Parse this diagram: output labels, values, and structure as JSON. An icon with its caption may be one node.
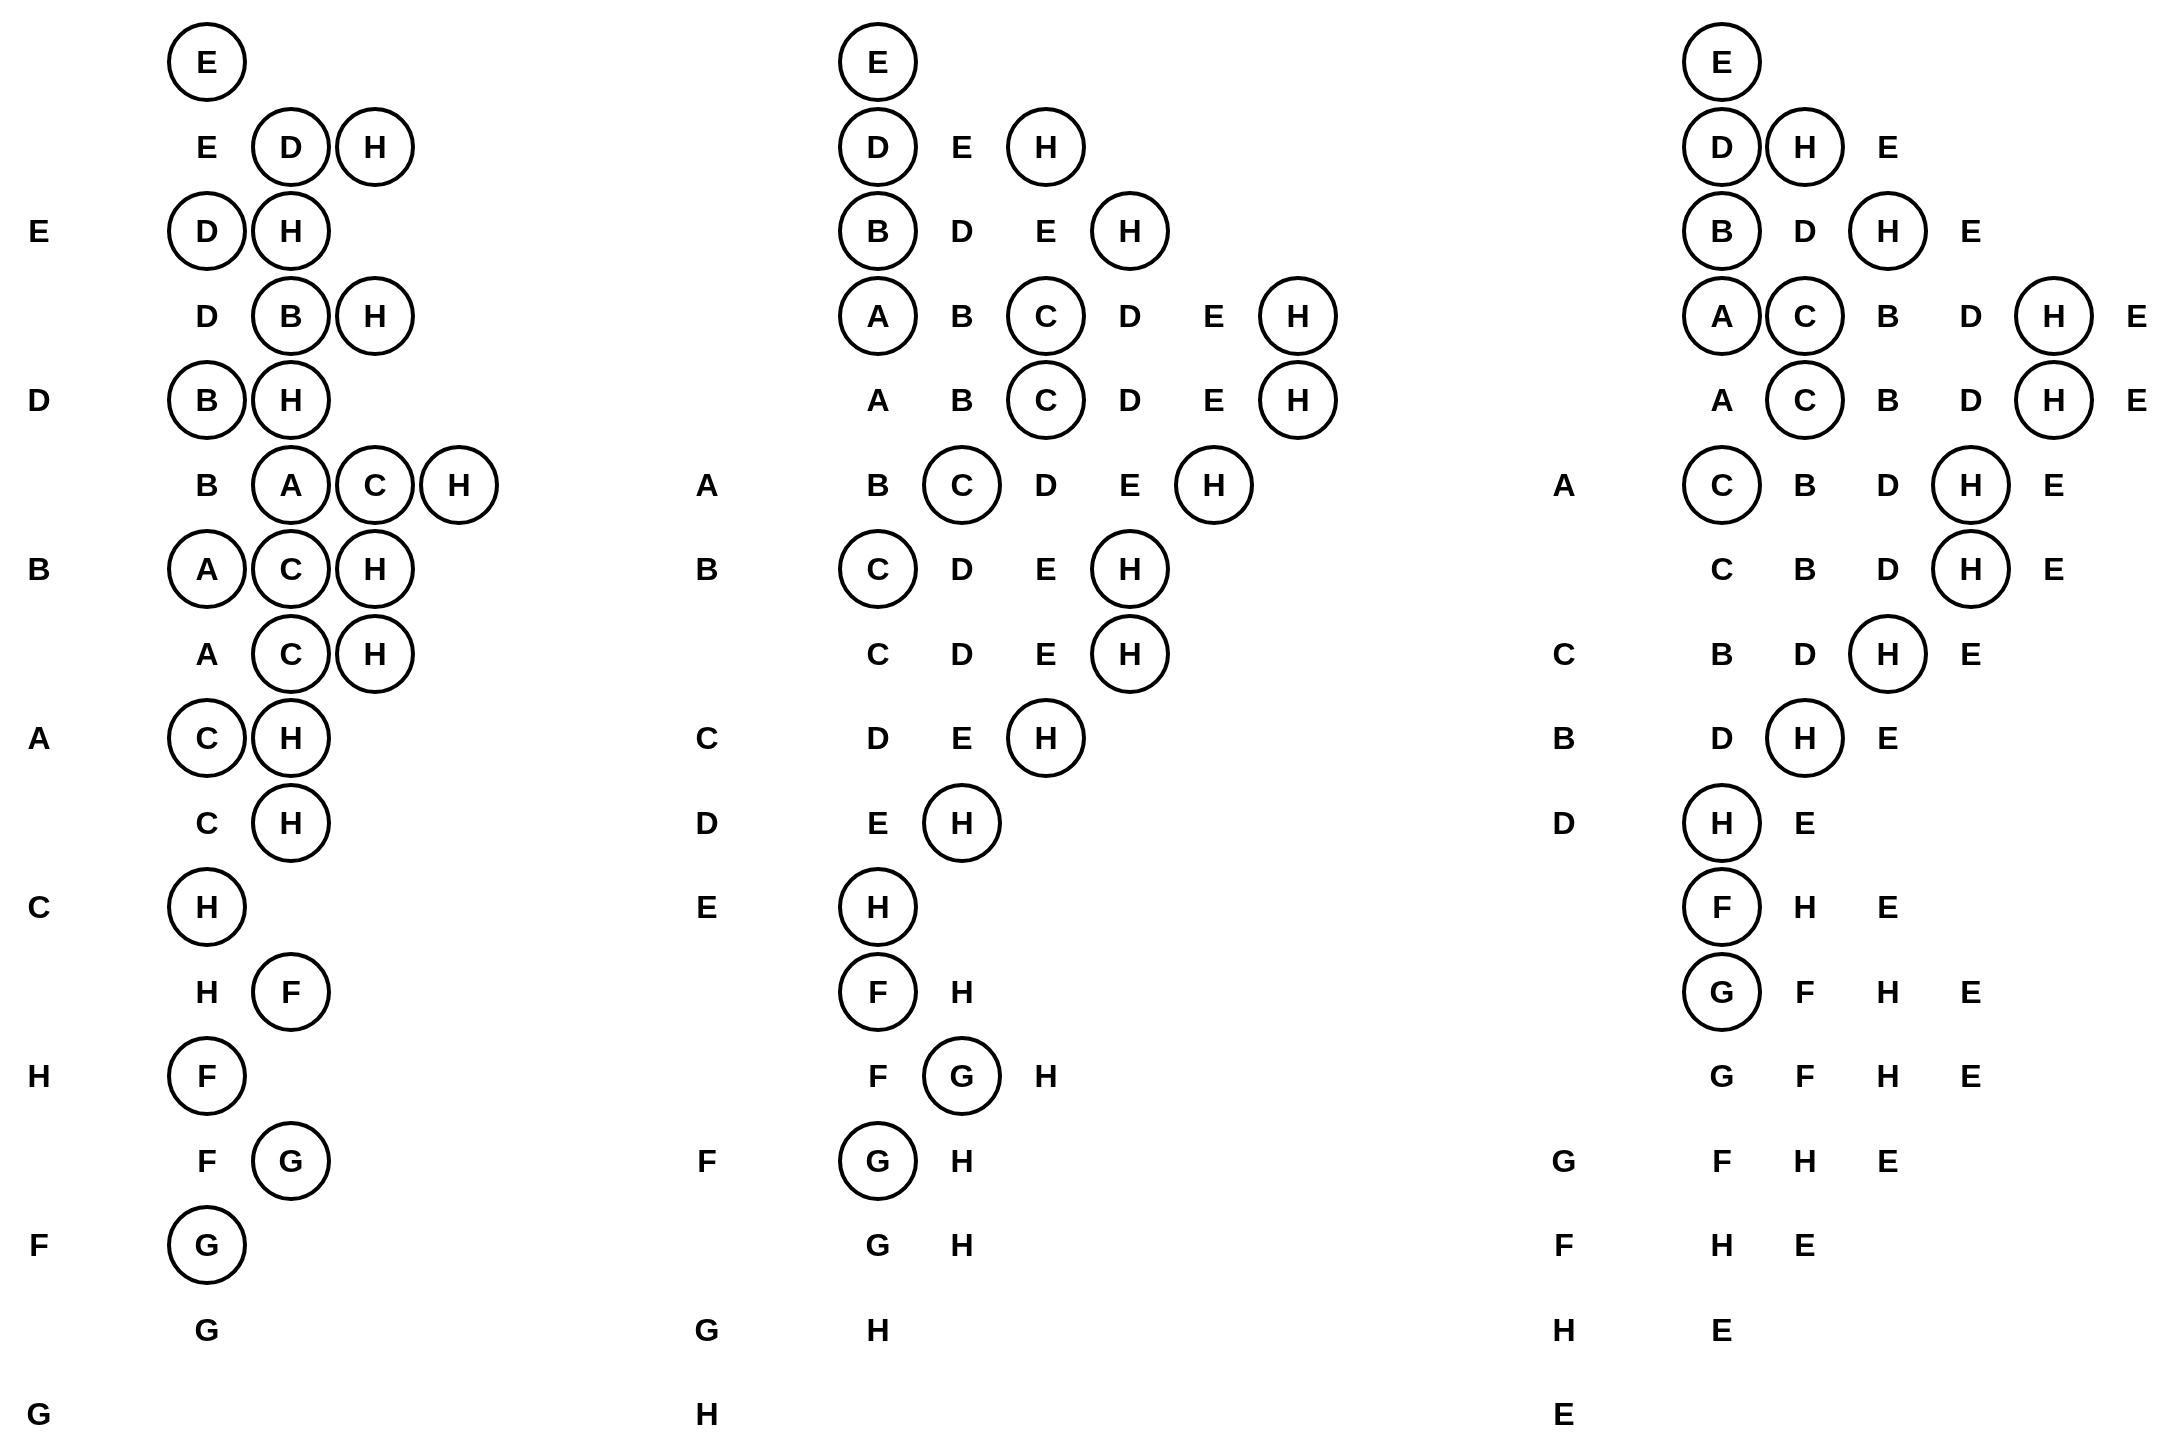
{
  "diagram": {
    "nodes": [
      {
        "text": [
          "E"
        ]
      },
      {
        "text": [
          "D"
        ]
      },
      {
        "text": [
          "H"
        ]
      },
      {
        "text": [
          "D"
        ]
      },
      {
        "text": [
          "H"
        ]
      },
      {
        "text": [
          "B"
        ]
      },
      {
        "text": [
          "H"
        ]
      },
      {
        "text": [
          "B"
        ]
      },
      {
        "text": [
          "H"
        ]
      },
      {
        "text": [
          "A"
        ]
      },
      {
        "text": [
          "C"
        ]
      },
      {
        "text": [
          "H"
        ]
      },
      {
        "text": [
          "A"
        ]
      },
      {
        "text": [
          "C"
        ]
      },
      {
        "text": [
          "H"
        ]
      },
      {
        "text": [
          "C"
        ]
      },
      {
        "text": [
          "H"
        ]
      },
      {
        "text": [
          "C"
        ]
      },
      {
        "text": [
          "H"
        ]
      },
      {
        "text": [
          "H"
        ]
      },
      {
        "text": [
          "H"
        ]
      },
      {
        "text": [
          "F"
        ]
      },
      {
        "text": [
          "F"
        ]
      },
      {
        "text": [
          "G"
        ]
      },
      {
        "text": [
          "G"
        ]
      },
      {
        "text": [
          "E"
        ]
      },
      {
        "text": [
          "D"
        ]
      },
      {
        "text": [
          "H"
        ]
      },
      {
        "text": [
          "B"
        ]
      },
      {
        "text": [
          "H"
        ]
      },
      {
        "text": [
          "A"
        ]
      },
      {
        "text": [
          "C"
        ]
      },
      {
        "text": [
          "H"
        ]
      },
      {
        "text": [
          "C"
        ]
      },
      {
        "text": [
          "H"
        ]
      },
      {
        "text": [
          "C"
        ]
      },
      {
        "text": [
          "H"
        ]
      },
      {
        "text": [
          "C"
        ]
      },
      {
        "text": [
          "H"
        ]
      },
      {
        "text": [
          "H"
        ]
      },
      {
        "text": [
          "H"
        ]
      },
      {
        "text": [
          "H"
        ]
      },
      {
        "text": [
          "H"
        ]
      },
      {
        "text": [
          "F"
        ]
      },
      {
        "text": [
          "G"
        ]
      },
      {
        "text": [
          "G"
        ]
      },
      {
        "text": [
          "E"
        ]
      },
      {
        "text": [
          "D"
        ]
      },
      {
        "text": [
          "H"
        ]
      },
      {
        "text": [
          "B"
        ]
      },
      {
        "text": [
          "H"
        ]
      },
      {
        "text": [
          "A"
        ]
      },
      {
        "text": [
          "C"
        ]
      },
      {
        "text": [
          "H"
        ]
      },
      {
        "text": [
          "C"
        ]
      },
      {
        "text": [
          "H"
        ]
      },
      {
        "text": [
          "C"
        ]
      },
      {
        "text": [
          "H"
        ]
      },
      {
        "text": [
          "H"
        ]
      },
      {
        "text": [
          "H"
        ]
      },
      {
        "text": [
          "H"
        ]
      },
      {
        "text": [
          "H"
        ]
      },
      {
        "text": [
          "F"
        ]
      },
      {
        "text": [
          "G"
        ]
      }
    ],
    "labels": [
      "E",
      "E",
      "D",
      "D",
      "B",
      "B",
      "A",
      "A",
      "C",
      "C",
      "H",
      "H",
      "F",
      "F",
      "G",
      "G",
      "E",
      "D",
      "E",
      "B",
      "D",
      "E",
      "A",
      "B",
      "D",
      "E",
      "A",
      "B",
      "D",
      "E",
      "B",
      "D",
      "E",
      "C",
      "D",
      "E",
      "C",
      "D",
      "E",
      "D",
      "E",
      "E",
      "H",
      "F",
      "H",
      "F",
      "H",
      "G",
      "H",
      "G",
      "H",
      "H",
      "E",
      "D",
      "E",
      "B",
      "D",
      "E",
      "A",
      "B",
      "D",
      "E",
      "A",
      "B",
      "D",
      "E",
      "C",
      "B",
      "D",
      "E",
      "C",
      "B",
      "D",
      "E",
      "B",
      "D",
      "E",
      "D",
      "E",
      "H",
      "E",
      "F",
      "H",
      "E",
      "G",
      "F",
      "H",
      "E",
      "G",
      "F",
      "H",
      "E",
      "F",
      "H",
      "E",
      "H",
      "E",
      "E"
    ]
  }
}
